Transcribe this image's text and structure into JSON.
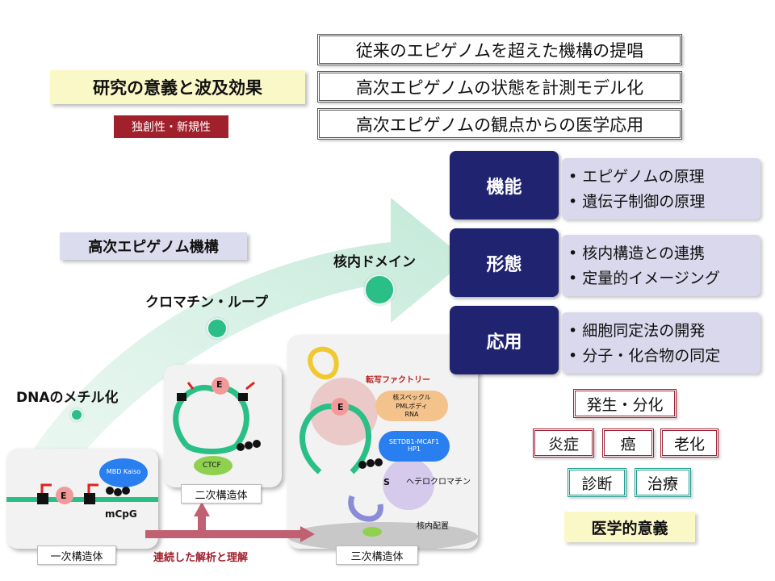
{
  "header": {
    "title": "研究の意義と波及効果",
    "badge": "独創性・新規性",
    "propositions": [
      "従来のエピゲノムを超えた機構の提唱",
      "高次エピゲノムの状態を計測モデル化",
      "高次エピゲノムの観点からの医学応用"
    ]
  },
  "mechanism": {
    "title": "高次エピゲノム機構",
    "levels": [
      "DNAのメチル化",
      "クロマチン・ループ",
      "核内ドメイン"
    ]
  },
  "structures": {
    "primary": {
      "caption": "一次構造体",
      "labels": [
        "MBD\nKaiso",
        "mCpG",
        "E"
      ]
    },
    "secondary": {
      "caption": "二次構造体",
      "labels": [
        "E",
        "CTCF"
      ]
    },
    "tertiary": {
      "caption": "三次構造体",
      "labels": [
        "転写ファクトリー",
        "核スペックル\nPMLボディ\nRNA",
        "SETDB1-MCAF1\nHP1",
        "ヘテロクロマチン",
        "核内配置",
        "E",
        "S"
      ]
    },
    "link_text": "連続した解析と理解"
  },
  "categories": [
    {
      "name": "機能",
      "items": [
        "エピゲノムの原理",
        "遺伝子制御の原理"
      ]
    },
    {
      "name": "形態",
      "items": [
        "核内構造との連携",
        "定量的イメージング"
      ]
    },
    {
      "name": "応用",
      "items": [
        "細胞同定法の開発",
        "分子・化合物の同定"
      ]
    }
  ],
  "medical": {
    "row1": [
      "発生・分化"
    ],
    "row2": [
      "炎症",
      "癌",
      "老化"
    ],
    "row3": [
      "診断",
      "治療"
    ],
    "title": "医学的意義"
  },
  "colors": {
    "navy": "#1f2370",
    "teal": "#2abf86",
    "red": "#a0202c"
  }
}
